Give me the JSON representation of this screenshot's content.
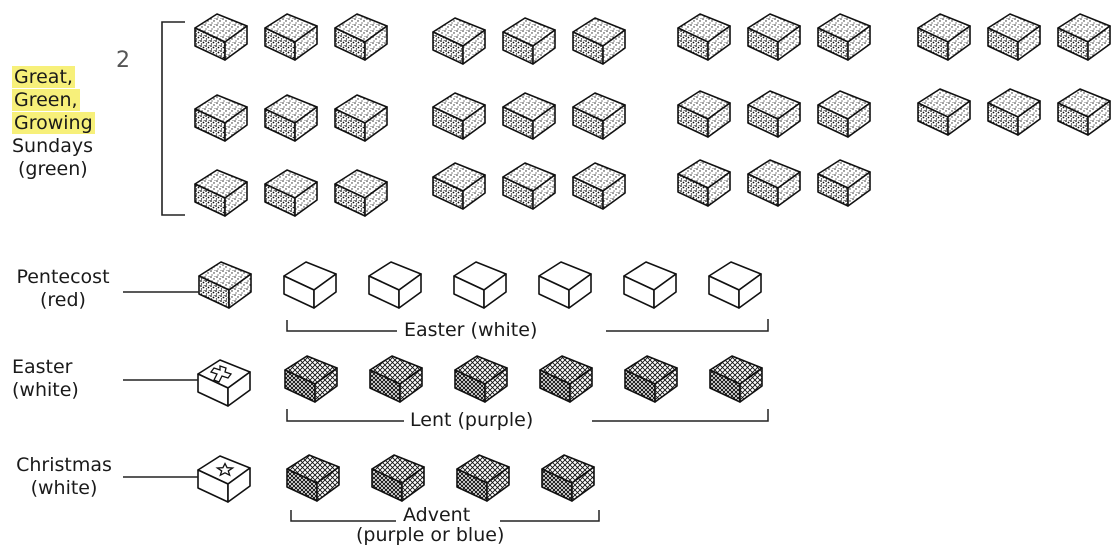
{
  "green_label": [
    "Great,",
    "Green,",
    "Growing",
    "Sundays",
    "(green)"
  ],
  "pentecost": {
    "line1": "Pentecost",
    "line2": "(red)"
  },
  "easter_day": {
    "line1": "Easter",
    "line2": "(white)"
  },
  "christmas": {
    "line1": "Christmas",
    "line2": "(white)"
  },
  "brackets": {
    "easter": "Easter (white)",
    "lent": "Lent (purple)",
    "advent": "Advent",
    "advent_sub": "(purple or blue)"
  },
  "margin_note": "2",
  "colors": {
    "highlight": "#f7f07a",
    "ink": "#1a1a1a"
  }
}
